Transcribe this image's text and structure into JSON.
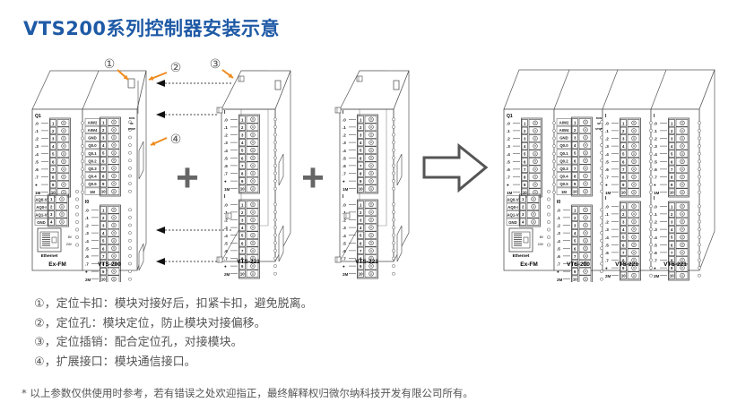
{
  "title": "VTS200系列控制器安装示意",
  "colors": {
    "title": "#1f5aa6",
    "callout": "#ef8a1c",
    "line": "#555555",
    "plus": "#666666",
    "text": "#555555"
  },
  "callouts": [
    {
      "marker": "①",
      "target": "positioning-clip"
    },
    {
      "marker": "②",
      "target": "positioning-hole"
    },
    {
      "marker": "③",
      "target": "positioning-pin"
    },
    {
      "marker": "④",
      "target": "expansion-port"
    }
  ],
  "operators": {
    "plus": "+",
    "result_arrow": "arrow-right-icon"
  },
  "modules_left": {
    "exfm": {
      "name": "Ex-FM",
      "q_label": "Q1",
      "q_rows": [
        ".0",
        ".1",
        ".2",
        ".3",
        ".4",
        ".5",
        ".6",
        ".7",
        "●",
        "1M"
      ],
      "analog_rows": [
        "AQ0-V",
        "AQ0-I",
        "AQ1-V",
        "GND"
      ],
      "port_label": "Ethernet",
      "led_labels": [
        "8V",
        "24V"
      ]
    },
    "vts200": {
      "name": "VTS-200",
      "top_rows": [
        "AIW2",
        "AIW4",
        "GND",
        "Q0.0",
        "Q0.1",
        "Q0.2",
        "Q0.3",
        "Q0.4",
        "Q0.5",
        "1M"
      ],
      "i_label": "I0",
      "i_rows": [
        ".0",
        ".1",
        ".2",
        ".3",
        ".4",
        ".5",
        ".6",
        ".7",
        "●",
        "2M"
      ],
      "status_labels": [
        "RUN",
        "SF",
        "STOP"
      ]
    },
    "vts221_a": {
      "name": "VTS-221",
      "label1": "I",
      "rows1": [
        ".0",
        ".1",
        ".2",
        ".3",
        ".4",
        ".5",
        ".6",
        ".7",
        "●",
        "1M"
      ],
      "label2": "I",
      "rows2": [
        ".0",
        ".1",
        ".2",
        ".3",
        ".4",
        ".5",
        ".6",
        ".7",
        "●",
        "2M"
      ]
    },
    "vts221_b": {
      "name": "VTS-221",
      "label1": "I",
      "rows1": [
        ".0",
        ".1",
        ".2",
        ".3",
        ".4",
        ".5",
        ".6",
        ".7",
        "●",
        "1M"
      ],
      "label2": "I",
      "rows2": [
        ".0",
        ".1",
        ".2",
        ".3",
        ".4",
        ".5",
        ".6",
        ".7",
        "●",
        "2M"
      ]
    }
  },
  "terminal_numbers": [
    "1",
    "2",
    "3",
    "4",
    "5",
    "6",
    "7",
    "8",
    "9",
    "10"
  ],
  "notes": [
    "①，定位卡扣：模块对接好后，扣紧卡扣，避免脱离。",
    "②，定位孔：模块定位，防止模块对接偏移。",
    "③，定位插销：配合定位孔，对接模块。",
    "④，扩展接口：模块通信接口。"
  ],
  "footer": "* 以上参数仅供使用时参考，若有错误之处欢迎指正，最终解释权归微尔纳科技开发有限公司所有。"
}
